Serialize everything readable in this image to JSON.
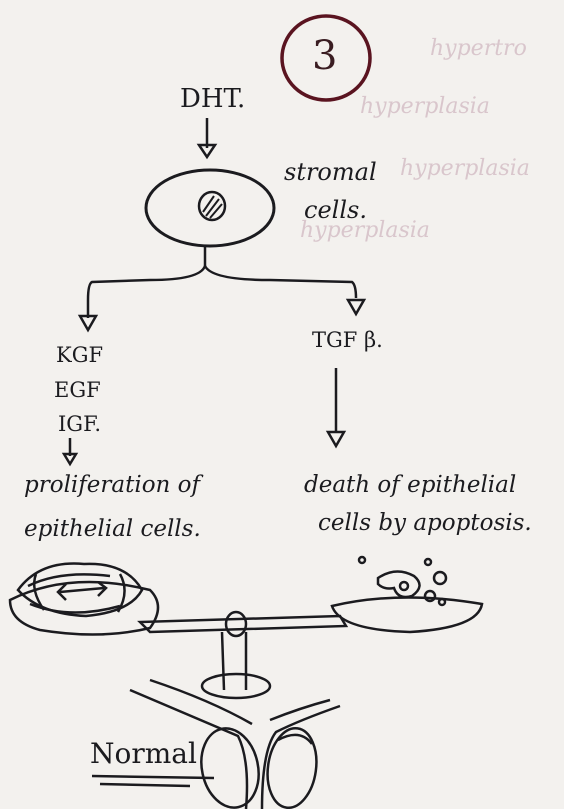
{
  "page_number": "3",
  "hormone": "DHT.",
  "cell_label_line1": "stromal",
  "cell_label_line2": "cells.",
  "left_branch": {
    "factors": [
      "KGF",
      "EGF",
      "IGF."
    ],
    "effect_line1": "proliferation of",
    "effect_line2": "epithelial cells."
  },
  "right_branch": {
    "factor": "TGF β.",
    "effect_line1": "death of epithelial",
    "effect_line2": "cells by apoptosis."
  },
  "footer_label": "Normal",
  "show_through": [
    "hypertro",
    "hyperplasia",
    "hyperplasia",
    "hyperplasia"
  ],
  "colors": {
    "ink": "#1b1b1f",
    "circle_ink": "#5a1420",
    "paper": "#f3f1ee",
    "ghost": "#d9c6cc"
  }
}
